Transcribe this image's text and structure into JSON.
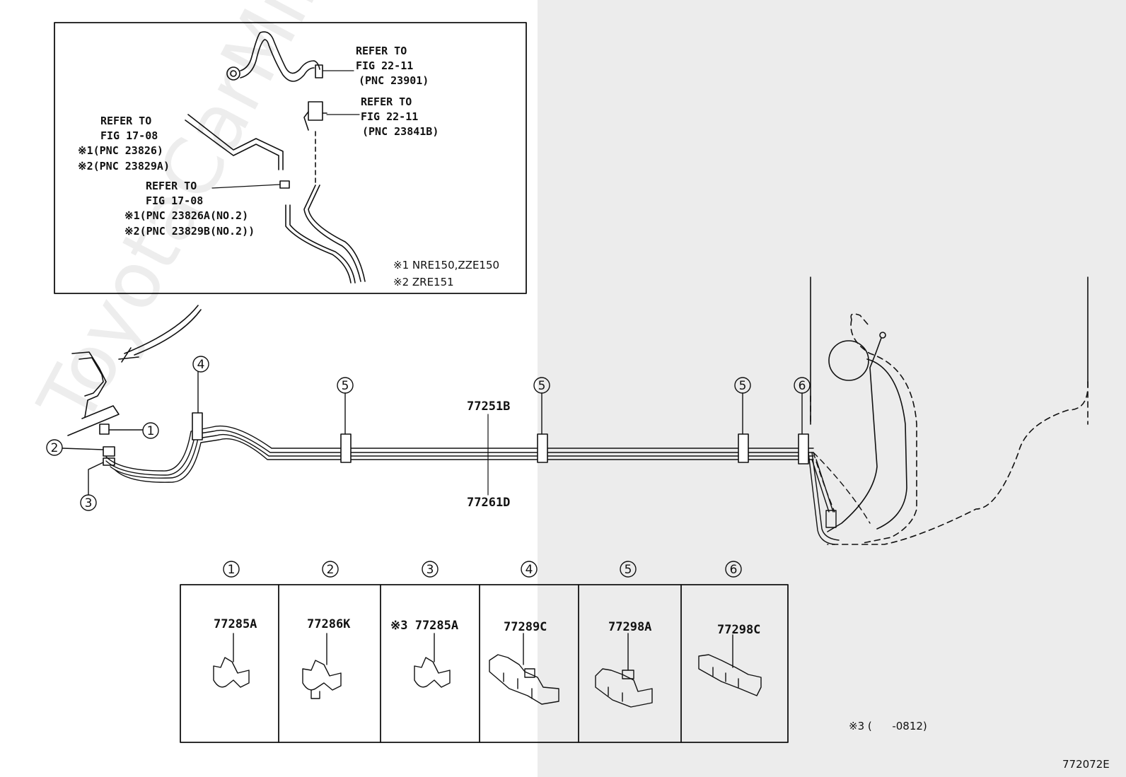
{
  "inset": {
    "refs": [
      {
        "lines": [
          "REFER TO",
          "FIG 22-11",
          "(PNC 23901)"
        ]
      },
      {
        "lines": [
          "REFER TO",
          "FIG 22-11",
          "(PNC 23841B)"
        ]
      },
      {
        "lines": [
          "REFER TO",
          "FIG 17-08",
          "※1(PNC 23826)",
          "※2(PNC 23829A)"
        ]
      },
      {
        "lines": [
          "REFER TO",
          "FIG 17-08",
          "※1(PNC 23826A(NO.2)",
          "※2(PNC 23829B(NO.2))"
        ]
      }
    ],
    "notes": [
      "※1 NRE150,ZZE150",
      "※2 ZRE151"
    ]
  },
  "callouts": [
    "1",
    "2",
    "3",
    "4",
    "5",
    "5",
    "5",
    "6"
  ],
  "main_parts": {
    "upper": "77251B",
    "lower": "77261D"
  },
  "legend": [
    {
      "num": "1",
      "part": "77285A"
    },
    {
      "num": "2",
      "part": "77286K"
    },
    {
      "num": "3",
      "part": "※3 77285A"
    },
    {
      "num": "4",
      "part": "77289C"
    },
    {
      "num": "5",
      "part": "77298A"
    },
    {
      "num": "6",
      "part": "77298C"
    }
  ],
  "footnote": "※3 (      -0812)",
  "fig_code": "772072E",
  "watermark": "ToyotaCarMine.ru"
}
